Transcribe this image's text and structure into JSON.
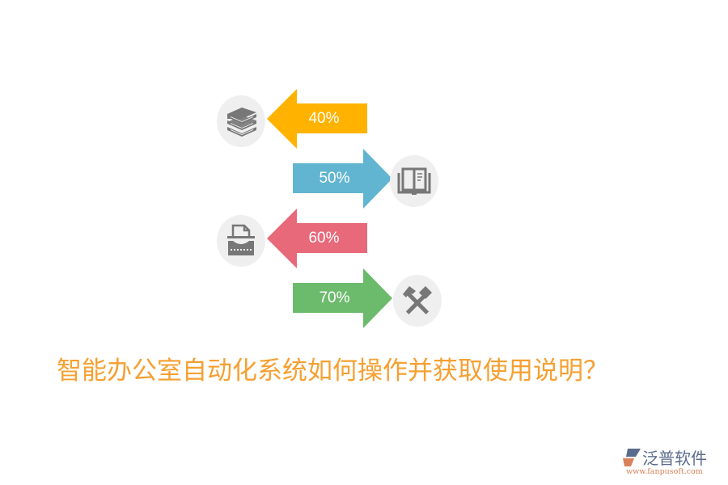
{
  "diagram": {
    "items": [
      {
        "label": "40%",
        "direction": "left",
        "color": "#ffb300",
        "icon": "books-stack-icon"
      },
      {
        "label": "50%",
        "direction": "right",
        "color": "#62b5d0",
        "icon": "open-book-icon"
      },
      {
        "label": "60%",
        "direction": "left",
        "color": "#e8697a",
        "icon": "typewriter-icon"
      },
      {
        "label": "70%",
        "direction": "right",
        "color": "#6cba6c",
        "icon": "crossed-hammers-icon"
      }
    ]
  },
  "title": "智能办公室自动化系统如何操作并获取使用说明？",
  "logo": {
    "name": "泛普软件",
    "url": "www.fanpusoft.com"
  }
}
